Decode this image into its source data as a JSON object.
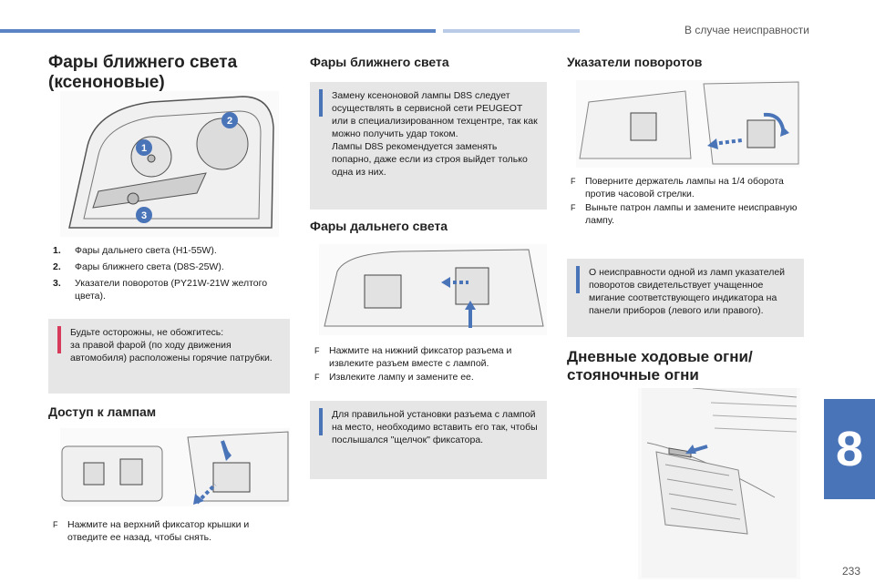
{
  "header": {
    "section": "В случае неисправности",
    "chapter": "8",
    "page": "233"
  },
  "col1": {
    "title": "Фары ближнего света\n(ксеноновые)",
    "legend": [
      {
        "num": "1.",
        "text": "Фары дальнего света (H1-55W)."
      },
      {
        "num": "2.",
        "text": "Фары ближнего света (D8S-25W)."
      },
      {
        "num": "3.",
        "text": "Указатели поворотов (PY21W-21W желтого цвета)."
      }
    ],
    "warning": "Будьте осторожны, не обожгитесь:\nза правой фарой (по ходу движения автомобиля) расположены горячие патрубки.",
    "access_title": "Доступ к лампам",
    "access_steps": [
      "Нажмите на верхний фиксатор крышки и отведите ее назад, чтобы снять."
    ],
    "callouts": [
      "1",
      "2",
      "3"
    ]
  },
  "col2": {
    "title_low": "Фары ближнего света",
    "info_low": "Замену ксеноновой лампы D8S следует осуществлять в сервисной сети PEUGEOT или в специализированном техцентре, так как можно получить удар током.\nЛампы D8S рекомендуется заменять попарно, даже если из строя выйдет только одна из них.",
    "title_high": "Фары дальнего света",
    "steps_high": [
      "Нажмите на нижний фиксатор разъема и извлеките разъем вместе с лампой.",
      "Извлеките лампу и замените ее."
    ],
    "info_high": "Для правильной установки разъема с лампой на место, необходимо вставить его так, чтобы послышался \"щелчок\" фиксатора."
  },
  "col3": {
    "title_turn": "Указатели поворотов",
    "steps_turn": [
      "Поверните держатель лампы на 1/4 оборота против часовой стрелки.",
      "Выньте патрон лампы и замените неисправную лампу."
    ],
    "info_turn": "О неисправности одной из ламп указателей поворотов свидетельствует учащенное мигание соответствующего индикатора на панели приборов (левого или правого).",
    "title_drl": "Дневные ходовые огни/\nстояночные огни"
  },
  "bullet_mark": "F",
  "colors": {
    "accent": "#4a74b8",
    "warning": "#d73a5a",
    "box": "#e6e6e6"
  }
}
